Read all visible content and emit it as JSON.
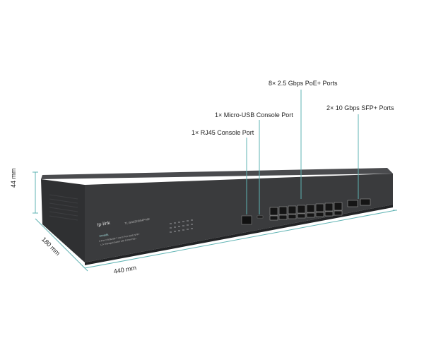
{
  "callouts": {
    "poe_ports": "8× 2.5 Gbps PoE+ Ports",
    "usb_console": "1× Micro-USB Console Port",
    "sfp_ports": "2× 10 Gbps SFP+ Ports",
    "rj45_console": "1× RJ45 Console Port"
  },
  "dimensions": {
    "height": "44 mm",
    "depth": "180 mm",
    "width": "440 mm"
  },
  "device": {
    "brand": "tp-link",
    "model": "TL-SG3210XHP-M2",
    "series": "Omada",
    "description_line1": "8-Port 2.5GBASE-T and 2-Port 10GE SFP+",
    "description_line2": "L2+ Managed Switch with 8-Port PoE+"
  },
  "colors": {
    "accent": "#5fb3b3",
    "chassis_front": "#3a3b3d",
    "chassis_top": "#4a4b4e",
    "label_text": "#222222"
  }
}
